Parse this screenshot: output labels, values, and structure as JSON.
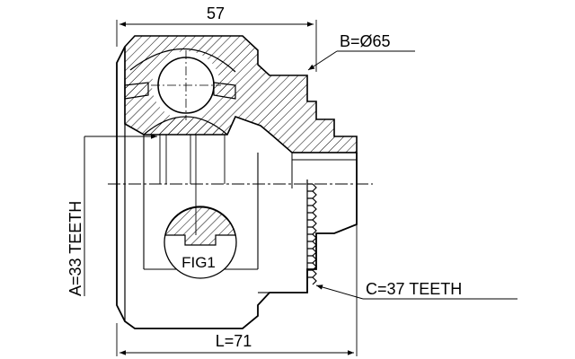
{
  "dimensions": {
    "top_width": "57",
    "bore_diameter": "B=Ø65",
    "inner_spline": "A=33 TEETH",
    "outer_spline": "C=37 TEETH",
    "overall_length": "L=71"
  },
  "figure_label": "FIG1",
  "colors": {
    "line": "#000000",
    "background": "#ffffff"
  }
}
